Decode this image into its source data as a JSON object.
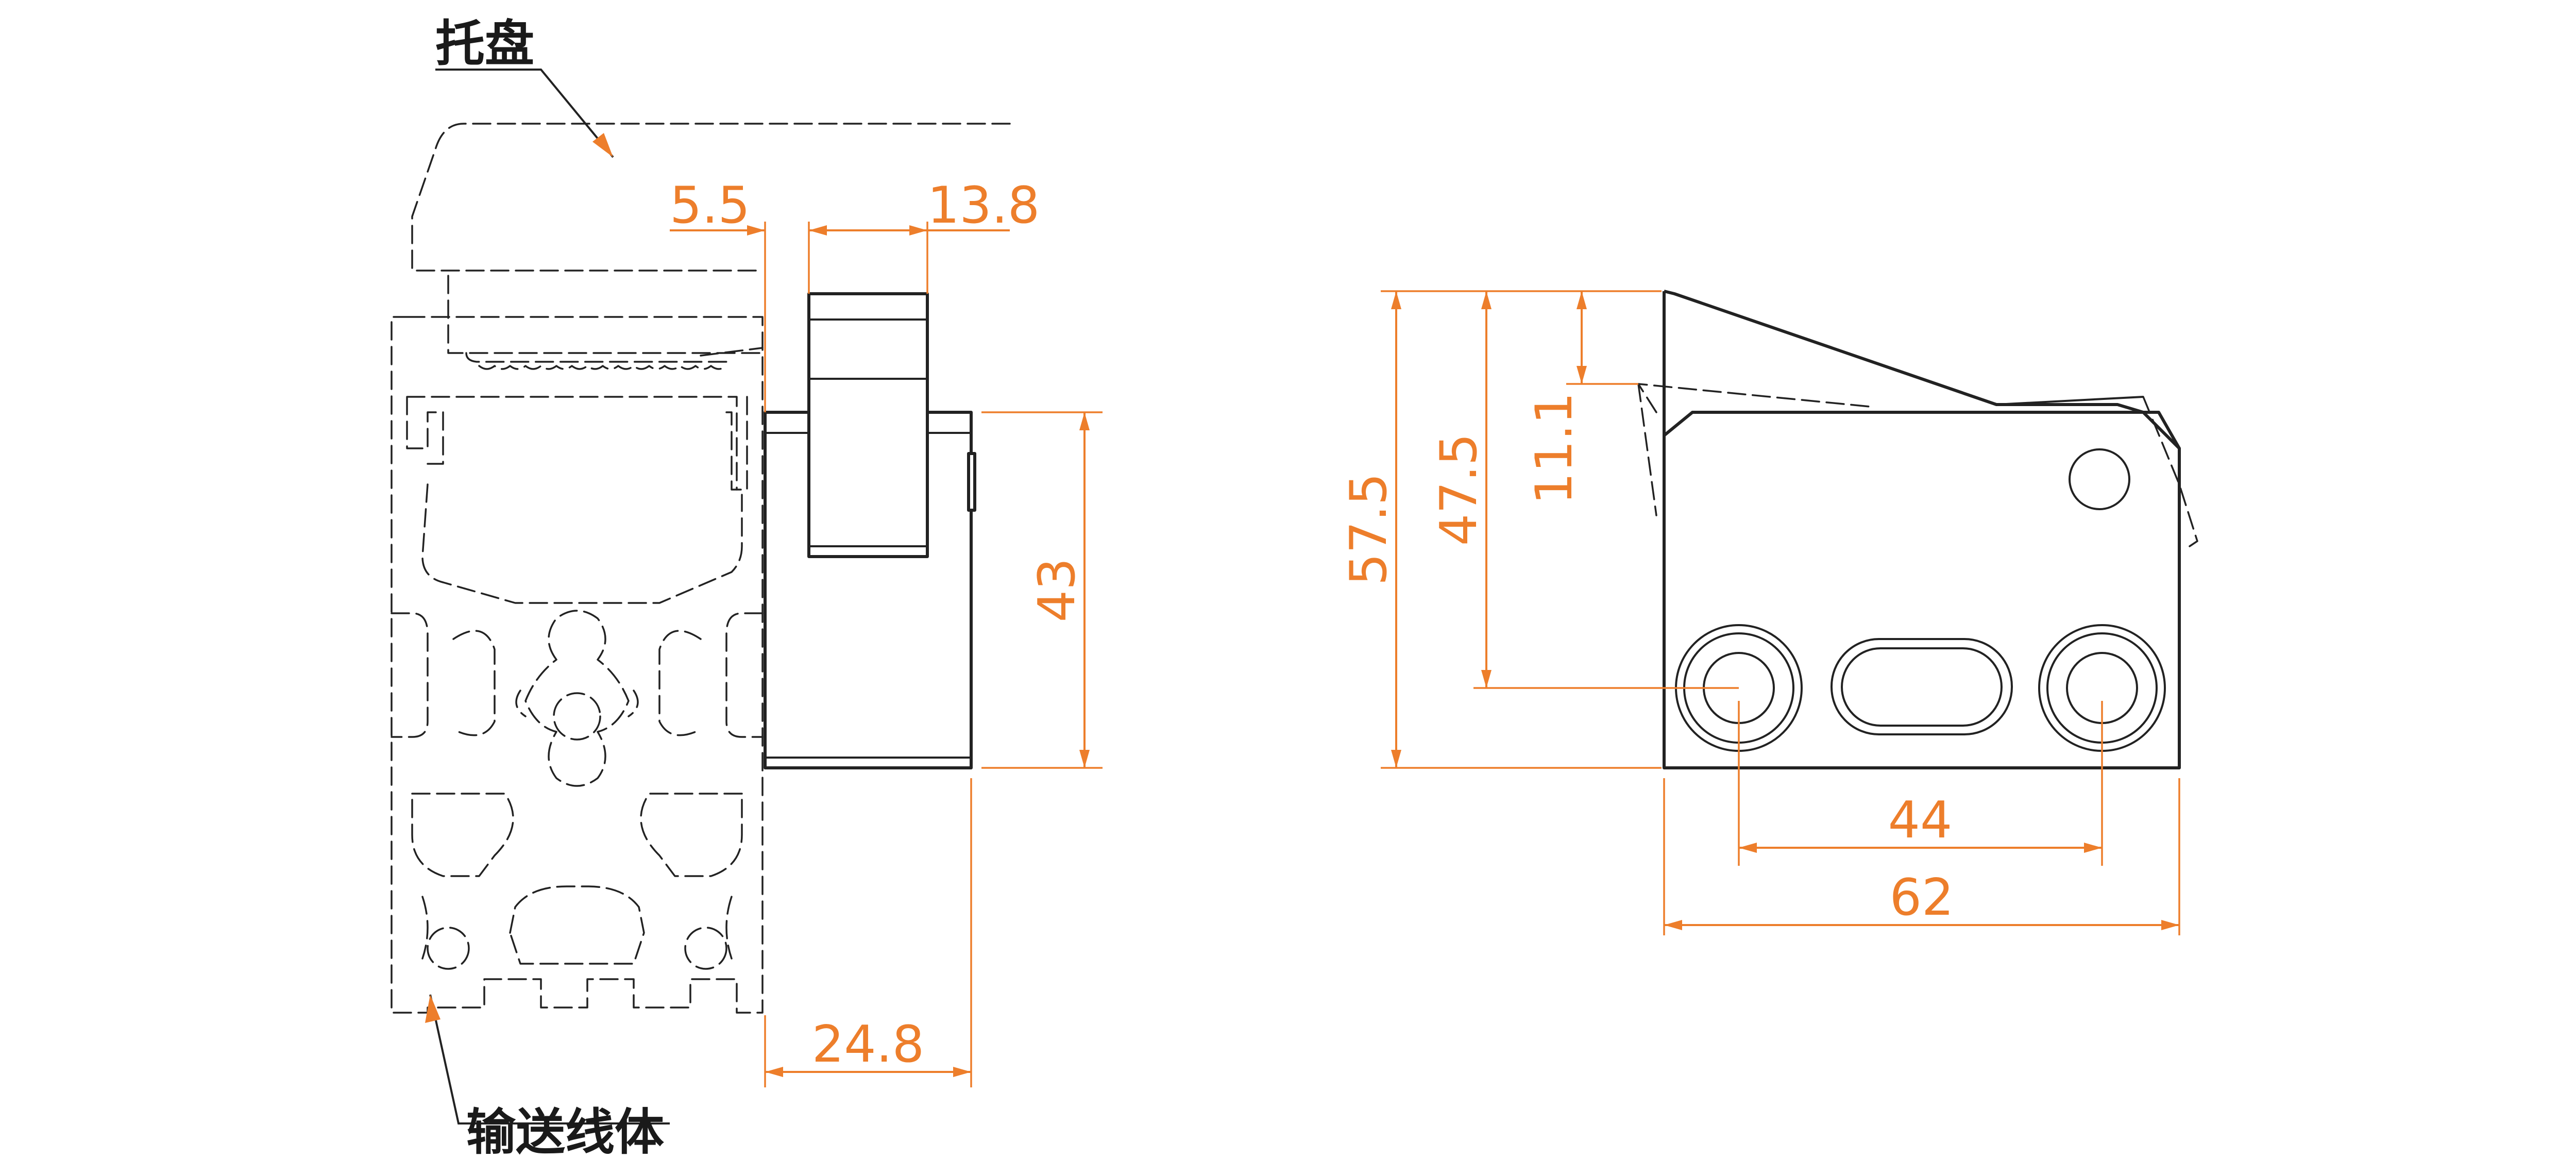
{
  "labels": {
    "tray": "托盘",
    "conveyor_body": "输送线体"
  },
  "dimensions": {
    "d_5_5": "5.5",
    "d_13_8": "13.8",
    "d_43": "43",
    "d_24_8": "24.8",
    "d_57_5": "57.5",
    "d_47_5": "47.5",
    "d_11_1": "11.1",
    "d_44": "44",
    "d_62": "62"
  },
  "colors": {
    "dimension": "#ED7E2B",
    "outline": "#222222",
    "background": "#FFFFFF"
  }
}
